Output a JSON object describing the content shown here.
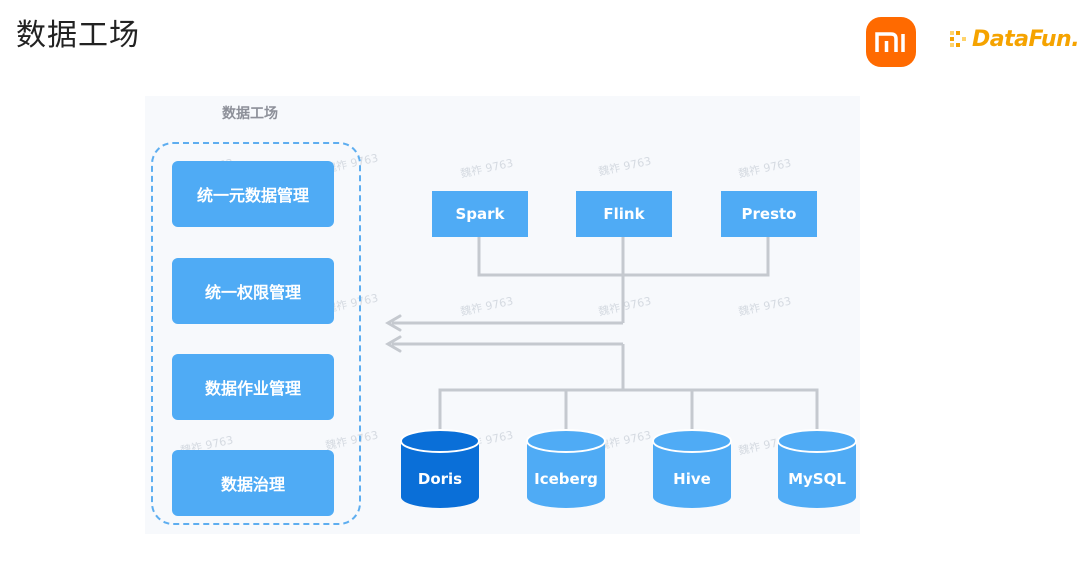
{
  "header": {
    "title": "数据工场",
    "brand_mi": "mi",
    "brand_datafun": "DataFun."
  },
  "diagram": {
    "panel_label": "数据工场",
    "management": [
      {
        "label": "统一元数据管理"
      },
      {
        "label": "统一权限管理"
      },
      {
        "label": "数据作业管理"
      },
      {
        "label": "数据治理"
      }
    ],
    "engines": [
      {
        "label": "Spark"
      },
      {
        "label": "Flink"
      },
      {
        "label": "Presto"
      }
    ],
    "storages": [
      {
        "label": "Doris",
        "highlight": true
      },
      {
        "label": "Iceberg",
        "highlight": false
      },
      {
        "label": "Hive",
        "highlight": false
      },
      {
        "label": "MySQL",
        "highlight": false
      }
    ],
    "watermark": "魏祚 9763"
  },
  "colors": {
    "box_blue": "#4fabf5",
    "highlight_blue": "#0a6fd8",
    "connector_gray": "#c5c9cf",
    "brand_orange": "#ff6a00",
    "datafun_orange": "#f5a300"
  }
}
